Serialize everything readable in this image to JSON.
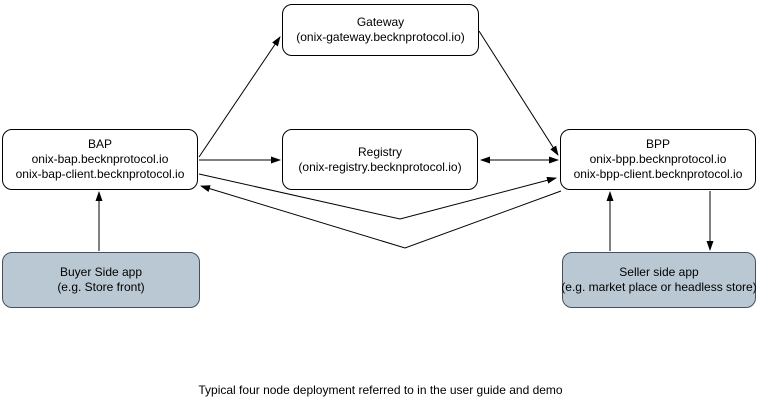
{
  "diagram": {
    "caption": "Typical four node deployment referred to in the user guide and demo",
    "nodes": {
      "gateway": {
        "title": "Gateway",
        "subtitle": "(onix-gateway.becknprotocol.io)"
      },
      "bap": {
        "title": "BAP",
        "line1": "onix-bap.becknprotocol.io",
        "line2": "onix-bap-client.becknprotocol.io"
      },
      "registry": {
        "title": "Registry",
        "subtitle": "(onix-registry.becknprotocol.io)"
      },
      "bpp": {
        "title": "BPP",
        "line1": "onix-bpp.becknprotocol.io",
        "line2": "onix-bpp-client.becknprotocol.io"
      },
      "buyer_app": {
        "title": "Buyer Side app",
        "subtitle": "(e.g. Store front)"
      },
      "seller_app": {
        "title": "Seller side app",
        "subtitle": "(e.g. market place or headless store)"
      }
    },
    "edges": [
      {
        "from": "buyer_app",
        "to": "bap",
        "arrows": "end"
      },
      {
        "from": "bap",
        "to": "gateway",
        "arrows": "end"
      },
      {
        "from": "gateway",
        "to": "bpp",
        "arrows": "end"
      },
      {
        "from": "bap",
        "to": "registry",
        "arrows": "end"
      },
      {
        "from": "registry",
        "to": "bpp",
        "arrows": "both"
      },
      {
        "from": "bap",
        "to": "bpp",
        "arrows": "end"
      },
      {
        "from": "bpp",
        "to": "bap",
        "arrows": "end"
      },
      {
        "from": "seller_app",
        "to": "bpp",
        "arrows": "end"
      },
      {
        "from": "bpp",
        "to": "seller_app",
        "arrows": "end"
      }
    ],
    "colors": {
      "node_fill": "#ffffff",
      "node_border": "#000000",
      "app_fill": "#b9c8d2",
      "app_border": "#45525e",
      "line": "#000000",
      "text": "#000000"
    }
  }
}
